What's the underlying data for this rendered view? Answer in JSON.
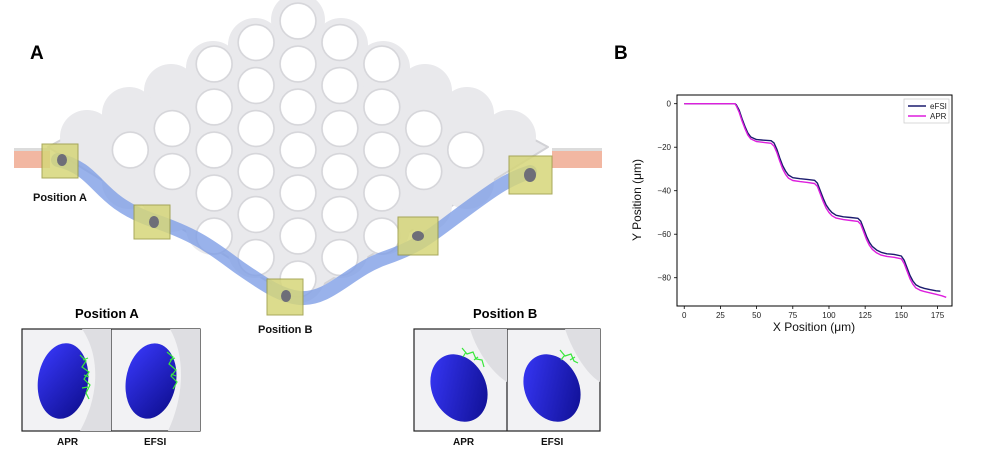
{
  "panel_a": {
    "letter": "A",
    "position_a_label": "Position A",
    "position_b_label": "Position B",
    "inset_left": {
      "title": "Position A",
      "labels": [
        "APR",
        "EFSI"
      ]
    },
    "inset_right": {
      "title": "Position B",
      "labels": [
        "APR",
        "EFSI"
      ]
    },
    "colors": {
      "channel": "#e9e9ec",
      "path": "#7f9fe6",
      "inlet": "#f0aa92",
      "cube": "#d6d67a",
      "cell": "#1d1dcc",
      "mesh": "#39e73b"
    }
  },
  "panel_b": {
    "letter": "B",
    "chart_data": {
      "type": "line",
      "xlabel": "X Position (μm)",
      "ylabel": "Y Position (μm)",
      "xlim": [
        -5,
        185
      ],
      "ylim": [
        -93,
        4
      ],
      "xticks": [
        0,
        25,
        50,
        75,
        100,
        125,
        150,
        175
      ],
      "yticks": [
        0,
        -20,
        -40,
        -60,
        -80
      ],
      "legend_position": "top-right",
      "series": [
        {
          "name": "eFSI",
          "color": "#1b1b6e",
          "x": [
            0,
            35,
            36,
            38,
            40,
            42,
            44,
            46,
            50,
            55,
            60,
            62,
            64,
            66,
            68,
            70,
            72,
            75,
            80,
            85,
            90,
            92,
            94,
            96,
            98,
            100,
            102,
            105,
            110,
            115,
            120,
            122,
            124,
            126,
            128,
            130,
            133,
            136,
            140,
            145,
            150,
            152,
            154,
            156,
            158,
            160,
            163,
            166,
            170,
            174,
            177
          ],
          "y": [
            0,
            0,
            -0.5,
            -3,
            -7,
            -10.5,
            -13.5,
            -15.3,
            -16.5,
            -16.8,
            -17,
            -18,
            -21,
            -25,
            -28.5,
            -31,
            -32.8,
            -34,
            -34.5,
            -34.8,
            -35.2,
            -36.5,
            -40,
            -43.5,
            -46.5,
            -48.5,
            -50,
            -51.3,
            -52,
            -52.3,
            -52.7,
            -54,
            -57.5,
            -61,
            -63.8,
            -65.7,
            -67.3,
            -68.3,
            -69,
            -69.3,
            -70,
            -72,
            -75.5,
            -79,
            -81.5,
            -83.2,
            -84.3,
            -84.9,
            -85.5,
            -86,
            -86.2
          ]
        },
        {
          "name": "APR",
          "color": "#dd1fdd",
          "x": [
            0,
            35,
            36,
            38,
            40,
            42,
            44,
            46,
            50,
            55,
            60,
            62,
            64,
            66,
            68,
            70,
            72,
            75,
            80,
            85,
            90,
            92,
            94,
            96,
            98,
            100,
            102,
            105,
            110,
            115,
            120,
            122,
            124,
            126,
            128,
            130,
            133,
            136,
            140,
            145,
            150,
            152,
            154,
            156,
            158,
            160,
            163,
            166,
            170,
            174,
            178,
            181
          ],
          "y": [
            0,
            0,
            -1,
            -4,
            -8,
            -11.5,
            -14.5,
            -16.2,
            -17.4,
            -17.8,
            -18.2,
            -19.5,
            -22.5,
            -26.5,
            -30,
            -32.5,
            -34.2,
            -35.3,
            -35.8,
            -36.2,
            -36.7,
            -38,
            -41.5,
            -45,
            -48,
            -50,
            -51.5,
            -52.6,
            -53.3,
            -53.7,
            -54.1,
            -55.5,
            -59,
            -62.5,
            -65.2,
            -67,
            -68.6,
            -69.6,
            -70.2,
            -70.6,
            -71.3,
            -73.5,
            -77,
            -80.5,
            -83,
            -84.7,
            -85.8,
            -86.4,
            -87,
            -87.6,
            -88.3,
            -89
          ]
        }
      ]
    }
  }
}
